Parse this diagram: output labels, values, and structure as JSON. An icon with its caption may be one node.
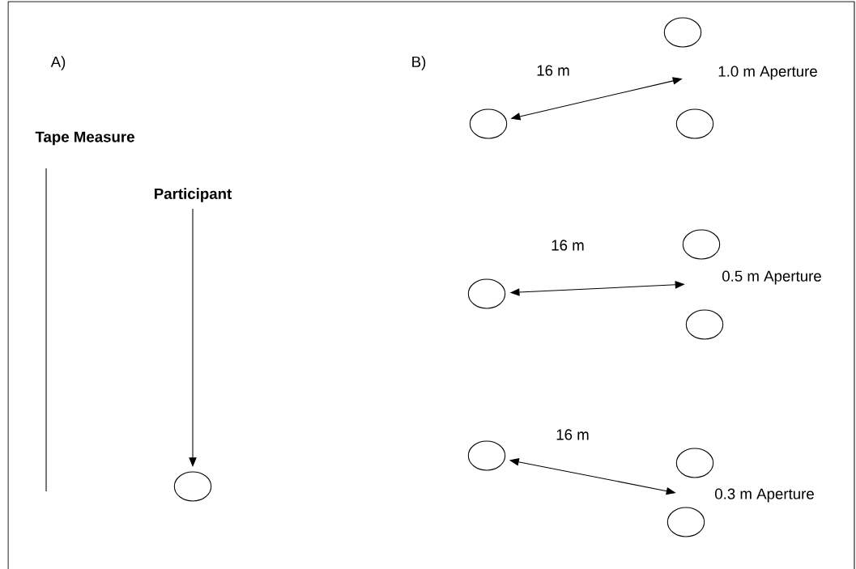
{
  "diagram": {
    "nodes": [
      {
        "text": [
          "Participant"
        ]
      },
      {
        "text": [],
        "shape": "circle"
      },
      {
        "text": [],
        "shape": "circle"
      },
      {
        "text": [],
        "shape": "circle"
      },
      {
        "text": [],
        "shape": "circle"
      },
      {
        "text": [],
        "shape": "circle"
      },
      {
        "text": [],
        "shape": "circle"
      },
      {
        "text": [],
        "shape": "circle"
      },
      {
        "text": [],
        "shape": "circle"
      },
      {
        "text": [],
        "shape": "circle"
      },
      {
        "text": [],
        "shape": "circle"
      }
    ],
    "edges": [
      {
        "from": 0,
        "to": 1,
        "arrow": "to"
      },
      {
        "from": 2,
        "to": null,
        "arrow": "both",
        "label": "16 m"
      },
      {
        "from": 5,
        "to": null,
        "arrow": "both",
        "label": "16 m"
      },
      {
        "from": 8,
        "to": null,
        "arrow": "both",
        "label": "16 m"
      }
    ],
    "labels": [
      "A)",
      "Tape Measure",
      "B)",
      "1.0 m Aperture",
      "0.5 m Aperture",
      "0.3 m Aperture"
    ]
  }
}
